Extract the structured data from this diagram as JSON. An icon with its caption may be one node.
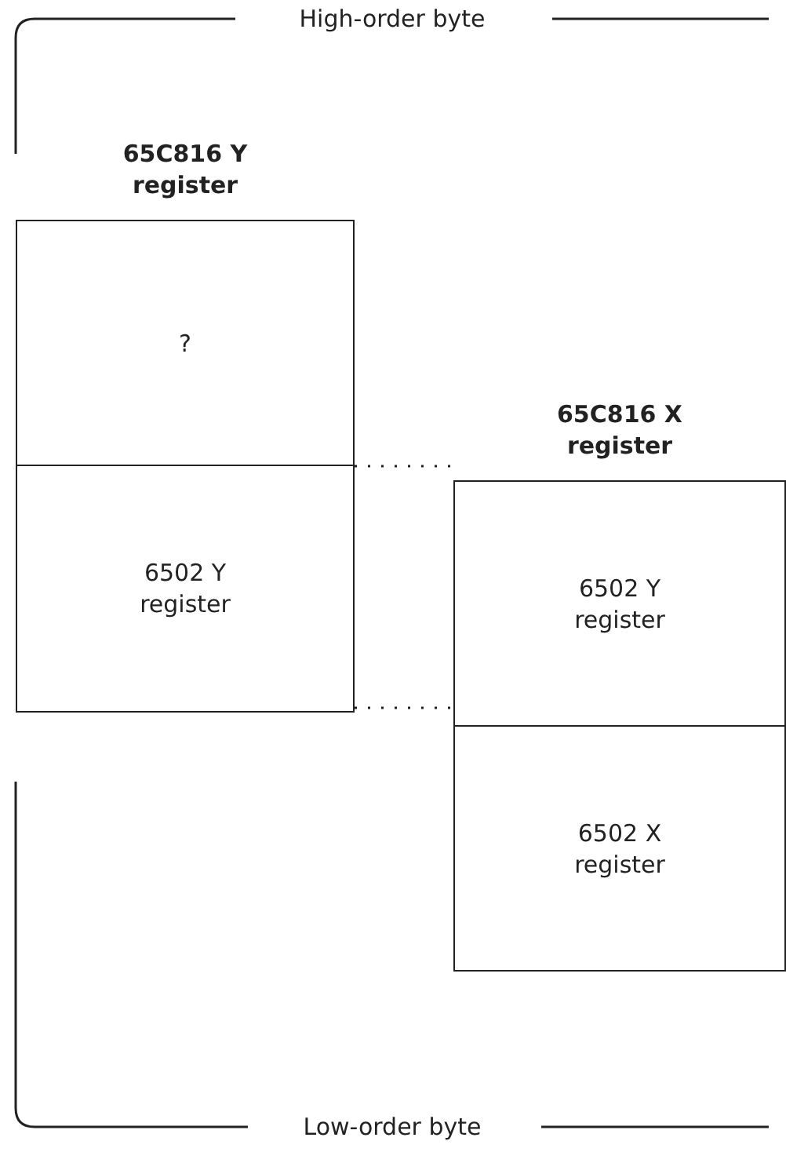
{
  "diagram": {
    "nodes": [
      {
        "text": [
          "65C816 Y register"
        ]
      },
      {
        "text": [
          "?"
        ],
        "in": 0
      },
      {
        "text": [
          "6502 Y register"
        ],
        "in": 0
      },
      {
        "text": [
          "65C816 X register"
        ]
      },
      {
        "text": [
          "6502 Y register"
        ],
        "in": 3
      },
      {
        "text": [
          "6502 X register"
        ],
        "in": 3
      }
    ],
    "edges": [
      {
        "from": 2,
        "to": 4,
        "arrow": "none",
        "style": "dashed"
      },
      {
        "from": 2,
        "to": 4,
        "arrow": "none",
        "style": "dashed"
      }
    ],
    "labels": [
      "High-order byte",
      "Low-order byte"
    ]
  }
}
